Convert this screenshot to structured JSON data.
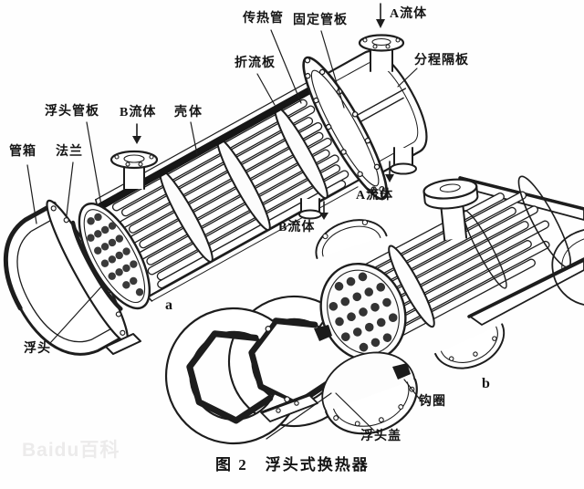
{
  "doc": {
    "paper_color": "#fefefe",
    "ink_color": "#1d1d1d",
    "figure_type": "technical line drawing, floating-head shell-and-tube heat exchanger"
  },
  "callouts": {
    "heat_transfer_tube": {
      "text": "传热管"
    },
    "fixed_tubesheet": {
      "text": "固定管板"
    },
    "fluid_a_in": {
      "text": "A流体"
    },
    "pass_partition": {
      "text": "分程隔板"
    },
    "baffle": {
      "text": "折流板"
    },
    "floating_tubesheet": {
      "text": "浮头管板"
    },
    "fluid_b_in": {
      "text": "B流体"
    },
    "shell": {
      "text": "壳体"
    },
    "channel_box": {
      "text": "管箱"
    },
    "flange": {
      "text": "法兰"
    },
    "fluid_a_out": {
      "text": "A流体"
    },
    "fluid_b_out": {
      "text": "B流体"
    },
    "floating_head": {
      "text": "浮头"
    },
    "hook_ring": {
      "text": "钩圈"
    },
    "floating_head_cover": {
      "text": "浮头盖"
    }
  },
  "sublabels": {
    "a": "a",
    "b": "b"
  },
  "caption": {
    "text": "图 2　浮头式换热器"
  },
  "watermark": {
    "text": "Baidu百科"
  }
}
